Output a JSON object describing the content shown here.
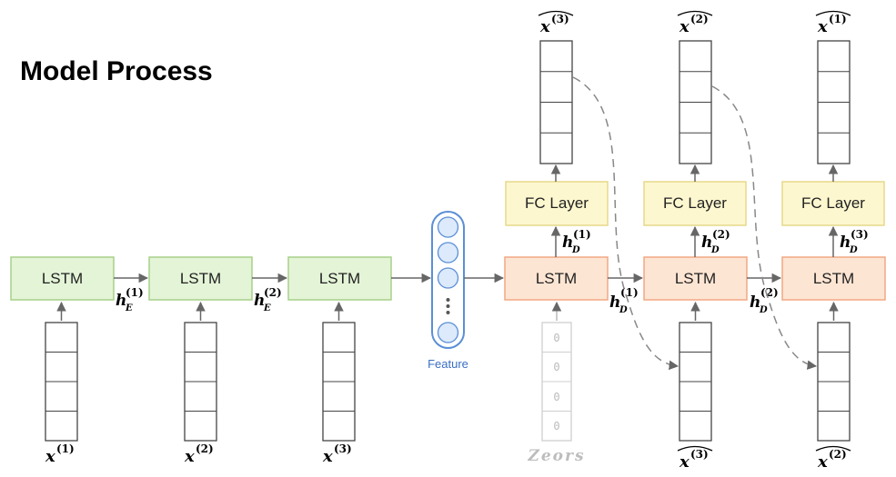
{
  "title": "Model Process",
  "feature_label": "Feature",
  "zeros_label": "Zeors",
  "zero_cell": "0",
  "lstm_label": "LSTM",
  "fc_label": "FC Layer",
  "sym": {
    "x": "x",
    "h": "h",
    "E": "E",
    "D": "D"
  },
  "idx": {
    "one": "(1)",
    "two": "(2)",
    "three": "(3)"
  },
  "colors": {
    "encoder_fill": "#e4f4d7",
    "encoder_stroke": "#a7d08a",
    "decoder_fill": "#fde5d3",
    "decoder_stroke": "#f0a884",
    "fc_fill": "#fdf7cf",
    "fc_stroke": "#e7d98a",
    "feature_stroke": "#5b8fd6",
    "feature_fill": "#dceafc",
    "arrow": "#666666"
  }
}
